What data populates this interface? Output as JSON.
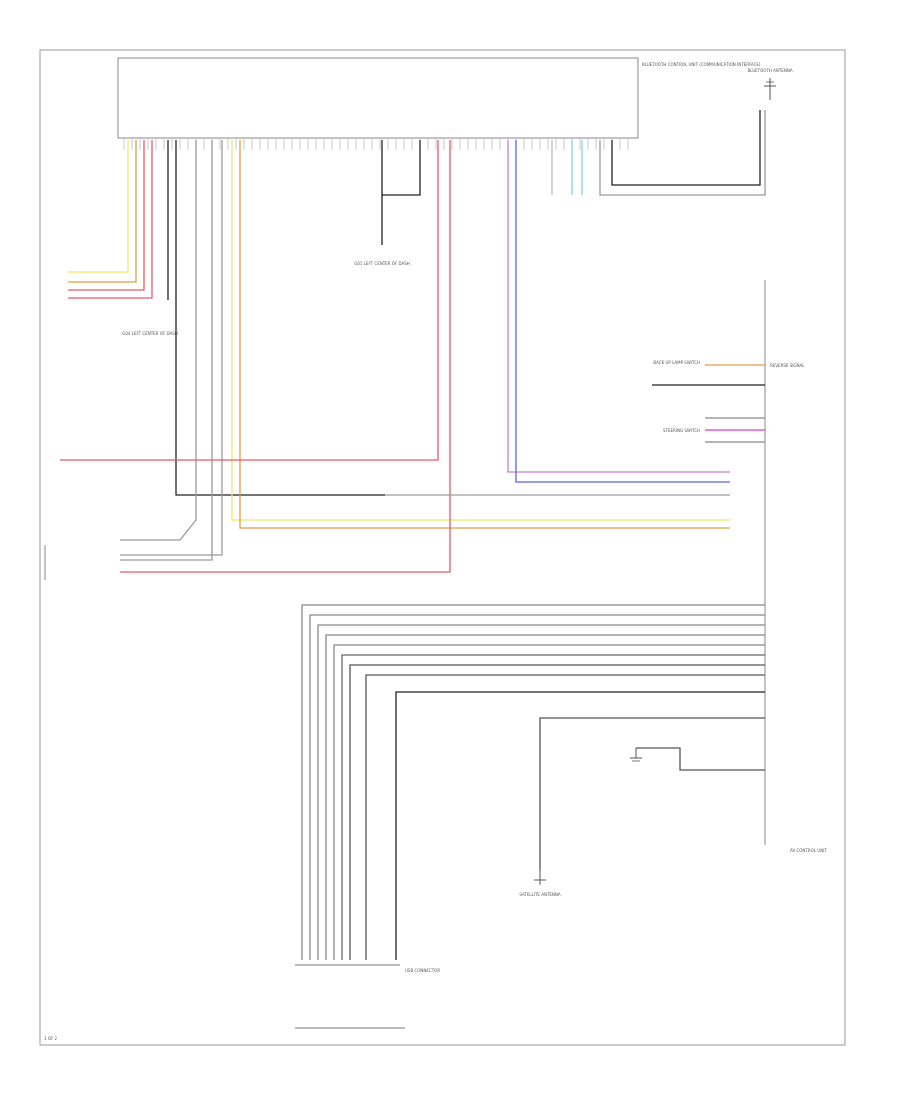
{
  "diagram": {
    "colors": {
      "yellow": "#f2e76a",
      "red": "#e8596a",
      "orange": "#e0a040",
      "blue": "#5a63d9",
      "violet": "#c77fd2",
      "magenta": "#e03bd0",
      "cyan": "#7fd8e0",
      "black": "#222222",
      "gray": "#9a9a9a",
      "frame": "#888888"
    },
    "labels": {
      "top_module": "BLUETOOTH CONTROL UNIT (COMMUNICATION INTERFACE)",
      "bt_antenna": "BLUETOOTH ANTENNA",
      "left_splice_left": "G04 LEFT CENTER OF DASH",
      "center_ground": "G01 LEFT CENTER OF DASH",
      "audio_control_unit": "AV CONTROL UNIT",
      "satellite_antenna": "SATELLITE ANTENNA",
      "steering_switch": "STEERING SWITCH",
      "display_unit": "USB CONNECTOR",
      "bottom_connector": "USB CONNECTOR",
      "reverse": "REVERSE SIGNAL",
      "backup_lamp_switch": "BACK UP LAMP SWITCH",
      "bottom_left_corner": "1 OF 2"
    }
  }
}
